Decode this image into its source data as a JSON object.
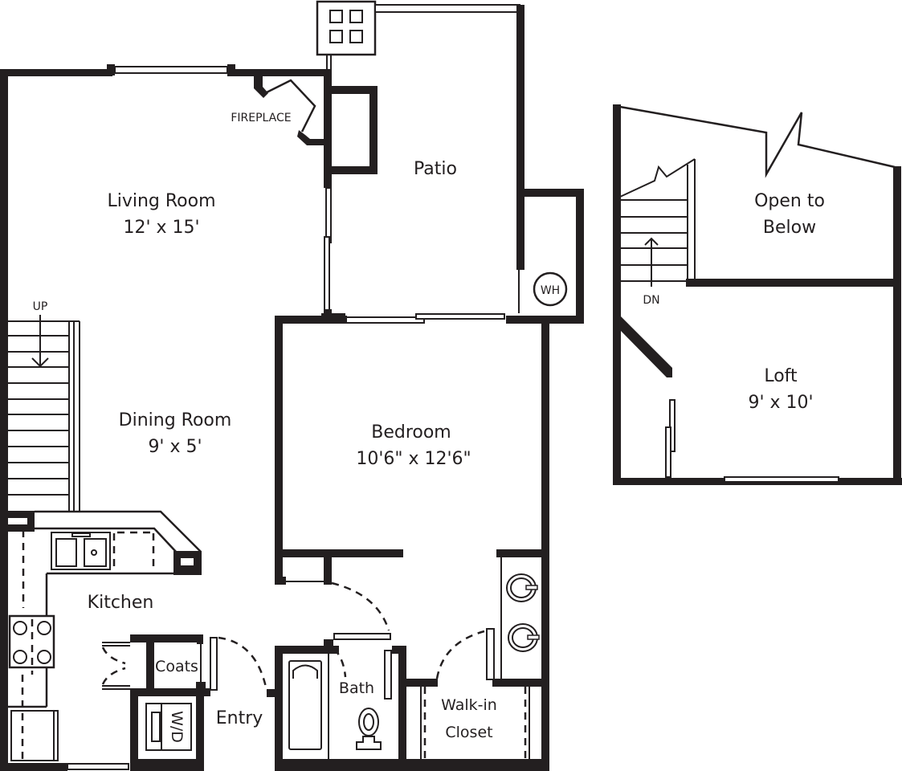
{
  "plan": {
    "ink_color": "#231f20",
    "background_color": "#ffffff",
    "rooms": {
      "living": {
        "name": "Living Room",
        "size": "12' x 15'"
      },
      "dining": {
        "name": "Dining Room",
        "size": "9' x 5'"
      },
      "patio": {
        "name": "Patio"
      },
      "bedroom": {
        "name": "Bedroom",
        "size": "10'6\" x 12'6\""
      },
      "kitchen": {
        "name": "Kitchen"
      },
      "coats": {
        "name": "Coats"
      },
      "entry": {
        "name": "Entry"
      },
      "bath": {
        "name": "Bath"
      },
      "closet": {
        "line1": "Walk-in",
        "line2": "Closet"
      },
      "open_below": {
        "line1": "Open to",
        "line2": "Below"
      },
      "loft": {
        "name": "Loft",
        "size": "9' x 10'"
      }
    },
    "annotations": {
      "fireplace": "FIREPLACE",
      "stairs_up": "UP",
      "stairs_down": "DN",
      "water_heater": "WH",
      "washer_dryer": "W/D"
    }
  }
}
